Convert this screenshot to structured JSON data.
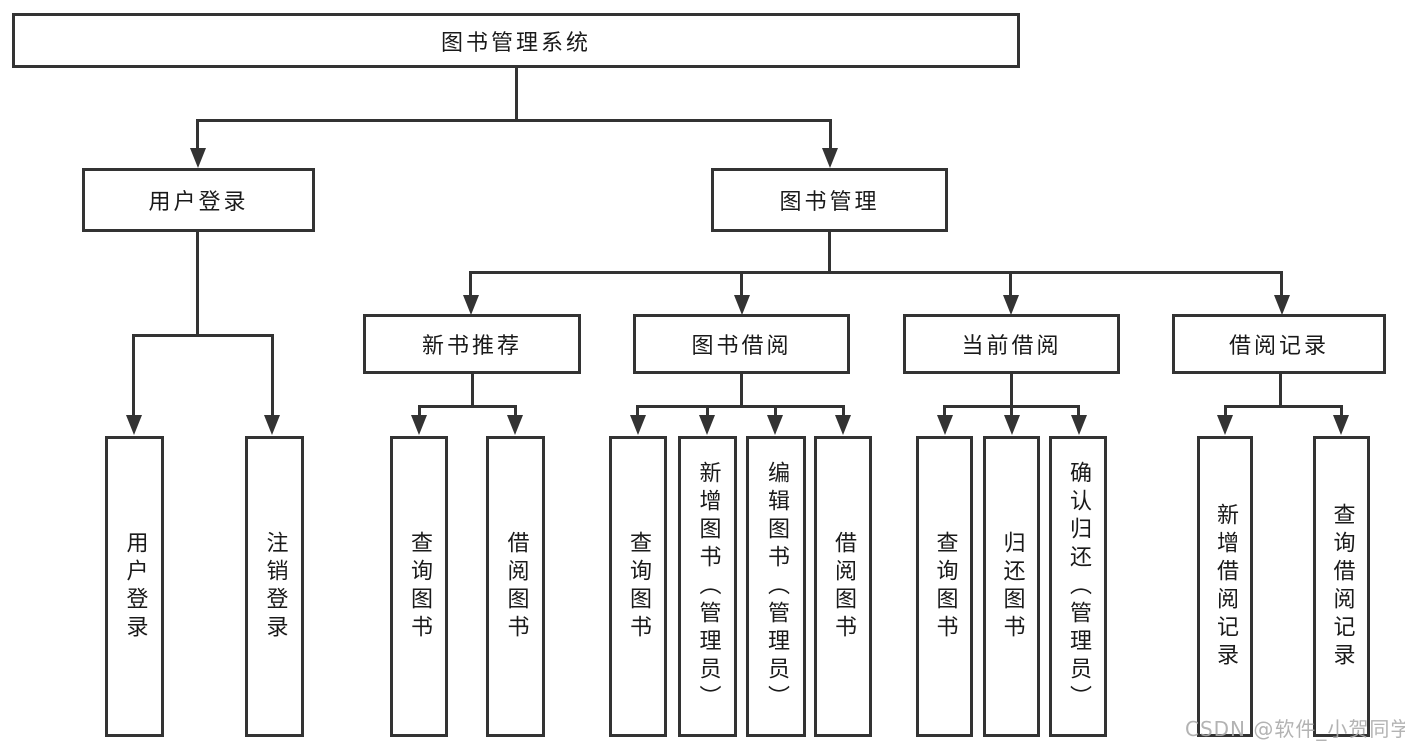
{
  "diagram": {
    "root": {
      "label": "图书管理系统",
      "children": [
        {
          "label": "用户登录",
          "children": [
            {
              "label": "用户登录"
            },
            {
              "label": "注销登录"
            }
          ]
        },
        {
          "label": "图书管理",
          "children": [
            {
              "label": "新书推荐",
              "children": [
                {
                  "label": "查询图书"
                },
                {
                  "label": "借阅图书"
                }
              ]
            },
            {
              "label": "图书借阅",
              "children": [
                {
                  "label": "查询图书"
                },
                {
                  "label": "新增图书（管理员）"
                },
                {
                  "label": "编辑图书（管理员）"
                },
                {
                  "label": "借阅图书"
                }
              ]
            },
            {
              "label": "当前借阅",
              "children": [
                {
                  "label": "查询图书"
                },
                {
                  "label": "归还图书"
                },
                {
                  "label": "确认归还（管理员）"
                }
              ]
            },
            {
              "label": "借阅记录",
              "children": [
                {
                  "label": "新增借阅记录"
                },
                {
                  "label": "查询借阅记录"
                }
              ]
            }
          ]
        }
      ]
    }
  },
  "watermark": {
    "text": "CSDN @软件_小贺同学"
  },
  "colors": {
    "line": "#333333",
    "text": "#1a1a1a",
    "background": "#ffffff",
    "watermark": "#ababab"
  }
}
